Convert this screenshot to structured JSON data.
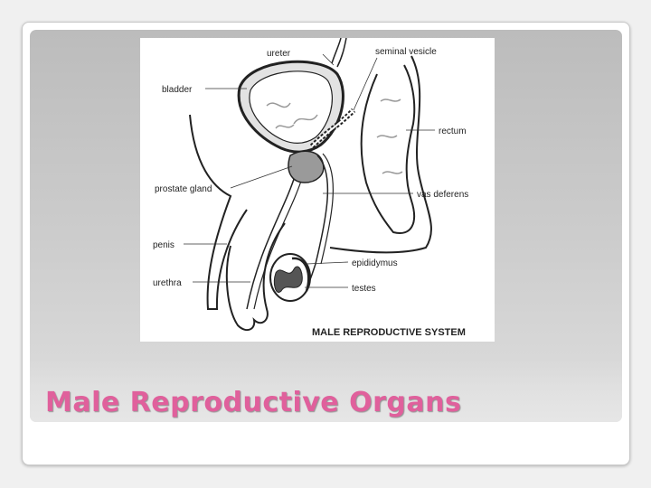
{
  "slide": {
    "title": "Male Reproductive Organs",
    "title_color": "#e0609c"
  },
  "diagram": {
    "caption": "MALE REPRODUCTIVE SYSTEM",
    "labels": {
      "ureter": "ureter",
      "seminal_vesicle": "seminal vesicle",
      "bladder": "bladder",
      "rectum": "rectum",
      "prostate_gland": "prostate gland",
      "vas_deferens": "vas deferens",
      "penis": "penis",
      "epididymus": "epididymus",
      "urethra": "urethra",
      "testes": "testes"
    }
  }
}
